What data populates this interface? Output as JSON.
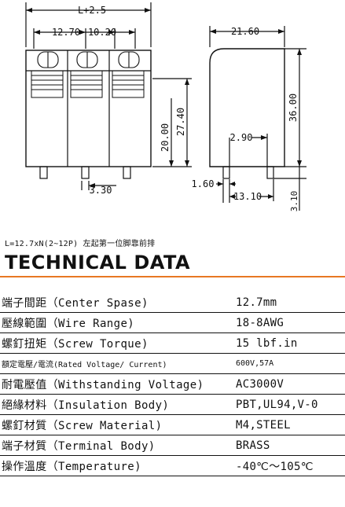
{
  "dimensions": {
    "overall_length": "L+2.5",
    "pitch_a": "12.70",
    "pitch_b": "10.20",
    "height_body": "20.00",
    "height_total": "27.40",
    "pin_offset": "3.30",
    "depth": "21.60",
    "height_side": "36.00",
    "pin_position": "2.90",
    "pin_width": "1.60",
    "pin_spacing": "13.10",
    "pin_length": "3.10"
  },
  "note": "L=12.7xN(2~12P)  左起第一位脚靠前排",
  "heading": "TECHNICAL DATA",
  "colors": {
    "accent": "#e87722",
    "line": "#111111"
  },
  "specs": [
    {
      "label": "端子間距（Center Spase)",
      "value": "12.7mm"
    },
    {
      "label": "壓線範圍（Wire Range)",
      "value": "18-8AWG"
    },
    {
      "label": " 螺釘扭矩（Screw Torque)",
      "value": "15 lbf.in"
    },
    {
      "label": "額定電壓/電流(Rated Voltage/ Current)",
      "value": "600V,57A"
    },
    {
      "label": "耐電壓值（Withstanding Voltage)",
      "value": "AC3000V"
    },
    {
      "label": "絕緣材料（Insulation Body)",
      "value": "PBT,UL94,V-0"
    },
    {
      "label": "螺釘材質（Screw Material)",
      "value": "M4,STEEL"
    },
    {
      "label": "端子材質（Terminal Body)",
      "value": "BRASS"
    },
    {
      "label": "操作溫度（Temperature)",
      "value": "-40℃～105℃"
    }
  ]
}
